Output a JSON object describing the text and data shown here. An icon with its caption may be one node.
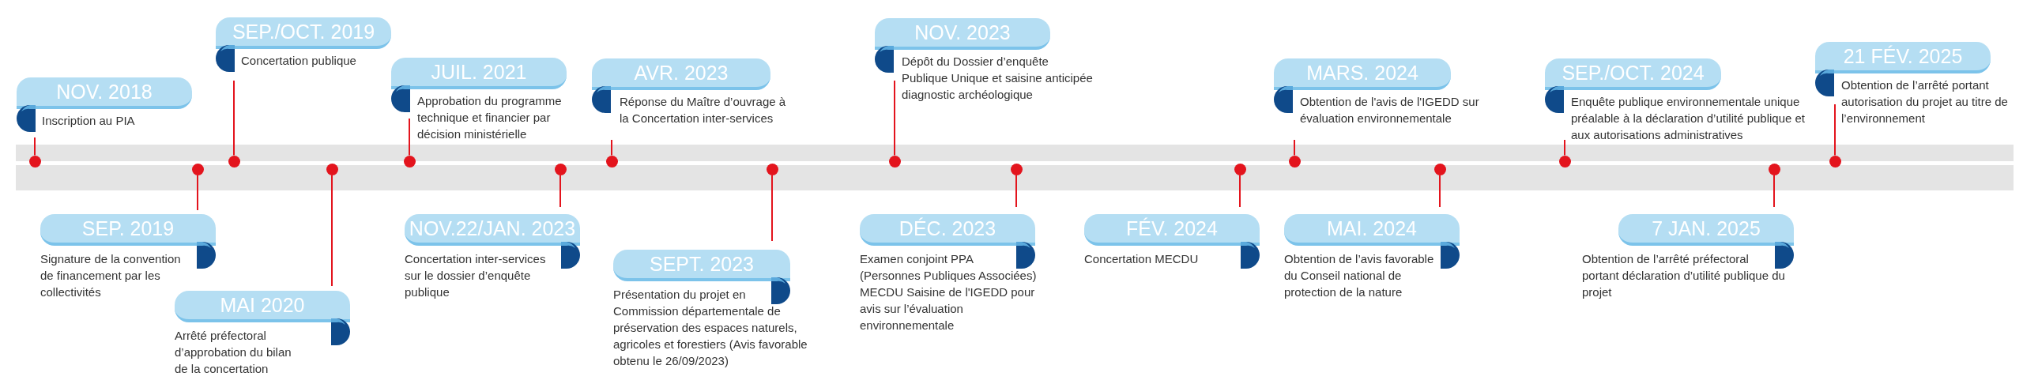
{
  "diagram": {
    "nodes": [
      {
        "text": [
          "NOV. 2018",
          "Inscription au PIA"
        ]
      },
      {
        "text": [
          "SEP. 2019",
          "Signature de la convention de financement par les collectivités"
        ]
      },
      {
        "text": [
          "SEP./OCT. 2019",
          "Concertation publique"
        ]
      },
      {
        "text": [
          "MAI 2020",
          "Arrêté préfectoral d’approbation du bilan de la concertation"
        ]
      },
      {
        "text": [
          "JUIL. 2021",
          "Approbation du programme technique et financier par décision ministérielle"
        ]
      },
      {
        "text": [
          "NOV.22/JAN. 2023",
          "Concertation inter-services sur le dossier d’enquête publique"
        ]
      },
      {
        "text": [
          "AVR. 2023",
          "Réponse du Maître d’ouvrage à la Concertation inter-services"
        ]
      },
      {
        "text": [
          "SEPT. 2023",
          "Présentation du projet en Commission départementale de préservation des espaces naturels, agricoles et forestiers (Avis favorable obtenu le 26/09/2023)"
        ]
      },
      {
        "text": [
          "NOV. 2023",
          "Dépôt du Dossier d’enquête Publique Unique et saisine anticipée diagnostic archéologique"
        ]
      },
      {
        "text": [
          "DÉC. 2023",
          "Examen conjoint PPA (Personnes Publiques Associées) MECDU Saisine de l'IGEDD pour avis sur l’évaluation environnementale"
        ]
      },
      {
        "text": [
          "FÉV. 2024",
          "Concertation MECDU"
        ]
      },
      {
        "text": [
          "MARS. 2024",
          "Obtention de l'avis de l'IGEDD sur évaluation environnementale"
        ]
      },
      {
        "text": [
          "MAI. 2024",
          "Obtention de l’avis favorable du Conseil national de protection de la nature"
        ]
      },
      {
        "text": [
          "SEP./OCT. 2024",
          "Enquête publique environnementale unique préalable à la déclaration d’utilité publique et aux autorisations administratives"
        ]
      },
      {
        "text": [
          "7 JAN. 2025",
          "Obtention de l’arrêté préfectoral portant déclaration d’utilité publique du projet"
        ]
      },
      {
        "text": [
          "21 FÉV. 2025",
          "Obtention de l’arrêté portant autorisation du projet au titre de l’environnement"
        ]
      },
      {
        "text": [],
        "shape": "circle"
      },
      {
        "text": [],
        "shape": "circle"
      },
      {
        "text": [],
        "shape": "circle"
      },
      {
        "text": [],
        "shape": "circle"
      },
      {
        "text": [],
        "shape": "circle"
      },
      {
        "text": [],
        "shape": "circle"
      },
      {
        "text": [],
        "shape": "circle"
      },
      {
        "text": [],
        "shape": "circle"
      },
      {
        "text": [],
        "shape": "circle"
      },
      {
        "text": [],
        "shape": "circle"
      },
      {
        "text": [],
        "shape": "circle"
      },
      {
        "text": [],
        "shape": "circle"
      },
      {
        "text": [],
        "shape": "circle"
      },
      {
        "text": [],
        "shape": "circle"
      },
      {
        "text": [],
        "shape": "circle"
      },
      {
        "text": [],
        "shape": "circle"
      }
    ],
    "edges": [
      {
        "from": 0,
        "to": 16,
        "arrow": "none"
      },
      {
        "from": 1,
        "to": 17,
        "arrow": "none"
      },
      {
        "from": 2,
        "to": 18,
        "arrow": "none"
      },
      {
        "from": 3,
        "to": 19,
        "arrow": "none"
      },
      {
        "from": 4,
        "to": 20,
        "arrow": "none"
      },
      {
        "from": 5,
        "to": 21,
        "arrow": "none"
      },
      {
        "from": 6,
        "to": 22,
        "arrow": "none"
      },
      {
        "from": 7,
        "to": 23,
        "arrow": "none"
      },
      {
        "from": 8,
        "to": 24,
        "arrow": "none"
      },
      {
        "from": 9,
        "to": 25,
        "arrow": "none"
      },
      {
        "from": 10,
        "to": 26,
        "arrow": "none"
      },
      {
        "from": 11,
        "to": 27,
        "arrow": "none"
      },
      {
        "from": 12,
        "to": 28,
        "arrow": "none"
      },
      {
        "from": 13,
        "to": 29,
        "arrow": "none"
      },
      {
        "from": 14,
        "to": 30,
        "arrow": "none"
      },
      {
        "from": 15,
        "to": 31,
        "arrow": "none"
      }
    ]
  }
}
